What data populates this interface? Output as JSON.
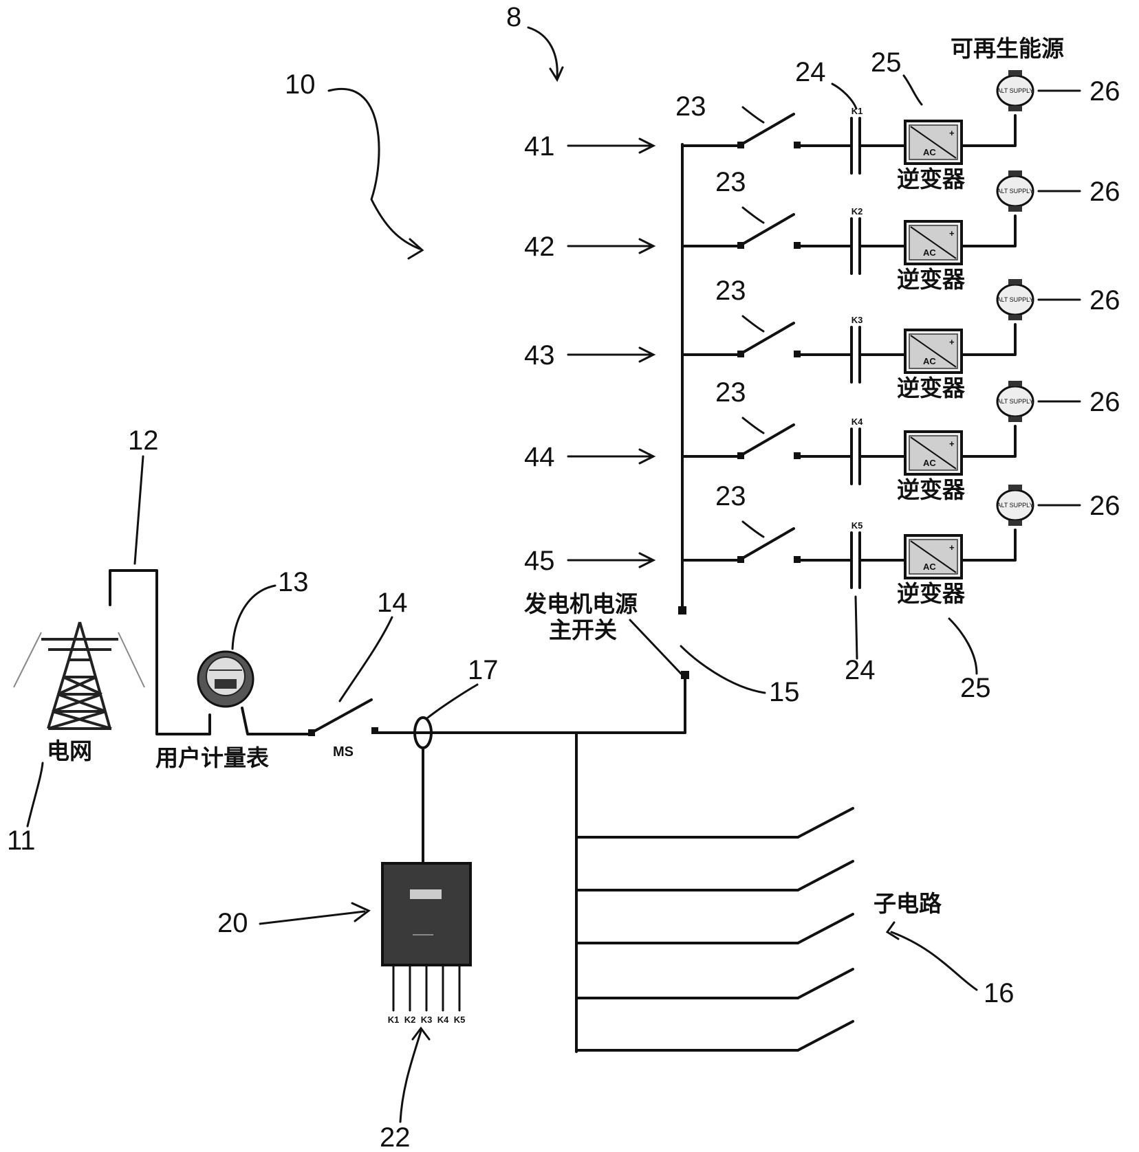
{
  "labels": {
    "top_ref": "8",
    "system_ref": "10",
    "grid_ref": "11",
    "line_ref": "12",
    "meter_ref": "13",
    "main_switch_ref": "14",
    "gen_switch_ref": "15",
    "subcircuit_ref": "16",
    "sensor_ref": "17",
    "controller_ref": "20",
    "outputs_ref": "22",
    "switch_ref": "23",
    "contactor_ref": "24",
    "inverter_ref": "25",
    "source_ref": "26"
  },
  "text": {
    "renewable": "可再生能源",
    "inverter": "逆变器",
    "grid": "电网",
    "user_meter": "用户计量表",
    "ms": "MS",
    "gen_switch_line1": "发电机电源",
    "gen_switch_line2": "主开关",
    "subcircuit": "子电路",
    "ac": "AC",
    "alt_supply": "ALT SUPPLY"
  },
  "branches": [
    {
      "ref": "41",
      "contactor": "K1"
    },
    {
      "ref": "42",
      "contactor": "K2"
    },
    {
      "ref": "43",
      "contactor": "K3"
    },
    {
      "ref": "44",
      "contactor": "K4"
    },
    {
      "ref": "45",
      "contactor": "K5"
    }
  ],
  "controller_outputs": [
    "K1",
    "K2",
    "K3",
    "K4",
    "K5"
  ]
}
